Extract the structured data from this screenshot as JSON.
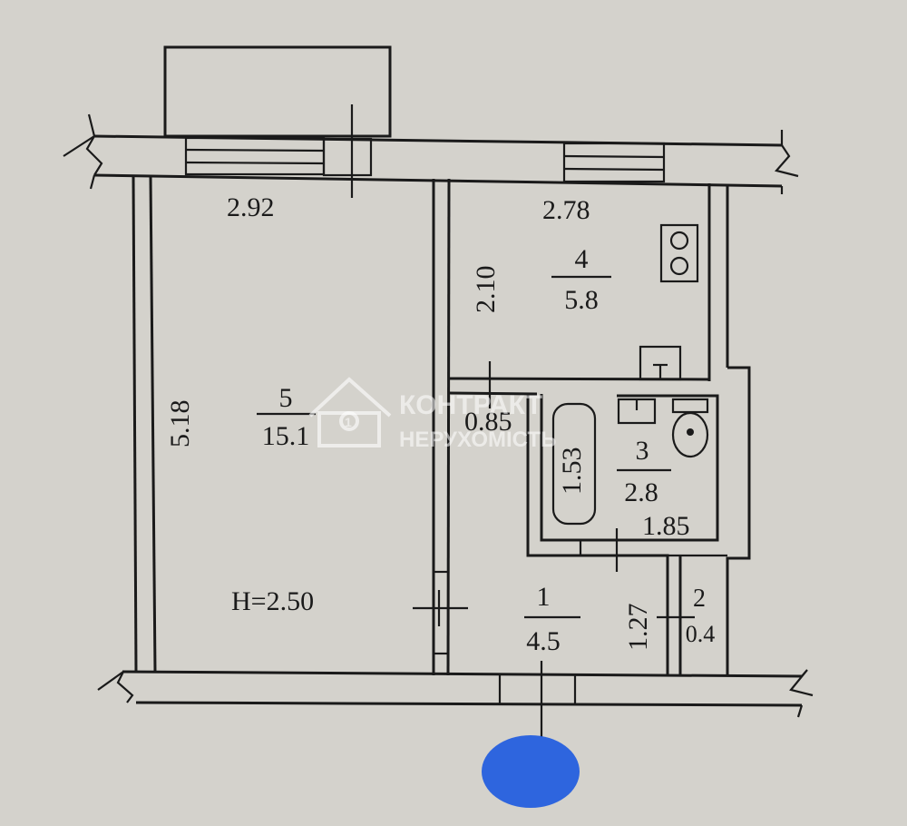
{
  "plan": {
    "rooms": [
      {
        "number": "5",
        "area": "15.1"
      },
      {
        "number": "4",
        "area": "5.8"
      },
      {
        "number": "3",
        "area": "2.8"
      },
      {
        "number": "1",
        "area": "4.5"
      },
      {
        "number": "2",
        "area": "0.4"
      }
    ],
    "dimensions": {
      "room5_width": "2.92",
      "room5_length": "5.18",
      "kitchen_width": "2.78",
      "kitchen_depth": "2.10",
      "bath_offset": "0.85",
      "bath_length": "1.53",
      "bath_width": "1.85",
      "hall_length": "1.27"
    },
    "ceiling_height": "H=2.50"
  },
  "watermark": {
    "line1": "КОНТРАКТ",
    "line2": "НЕРУХОМІСТЬ",
    "logo_digit": "1"
  },
  "colors": {
    "paper": "#d4d2cc",
    "ink": "#1a1a1a",
    "redaction": "#1f5be0"
  }
}
